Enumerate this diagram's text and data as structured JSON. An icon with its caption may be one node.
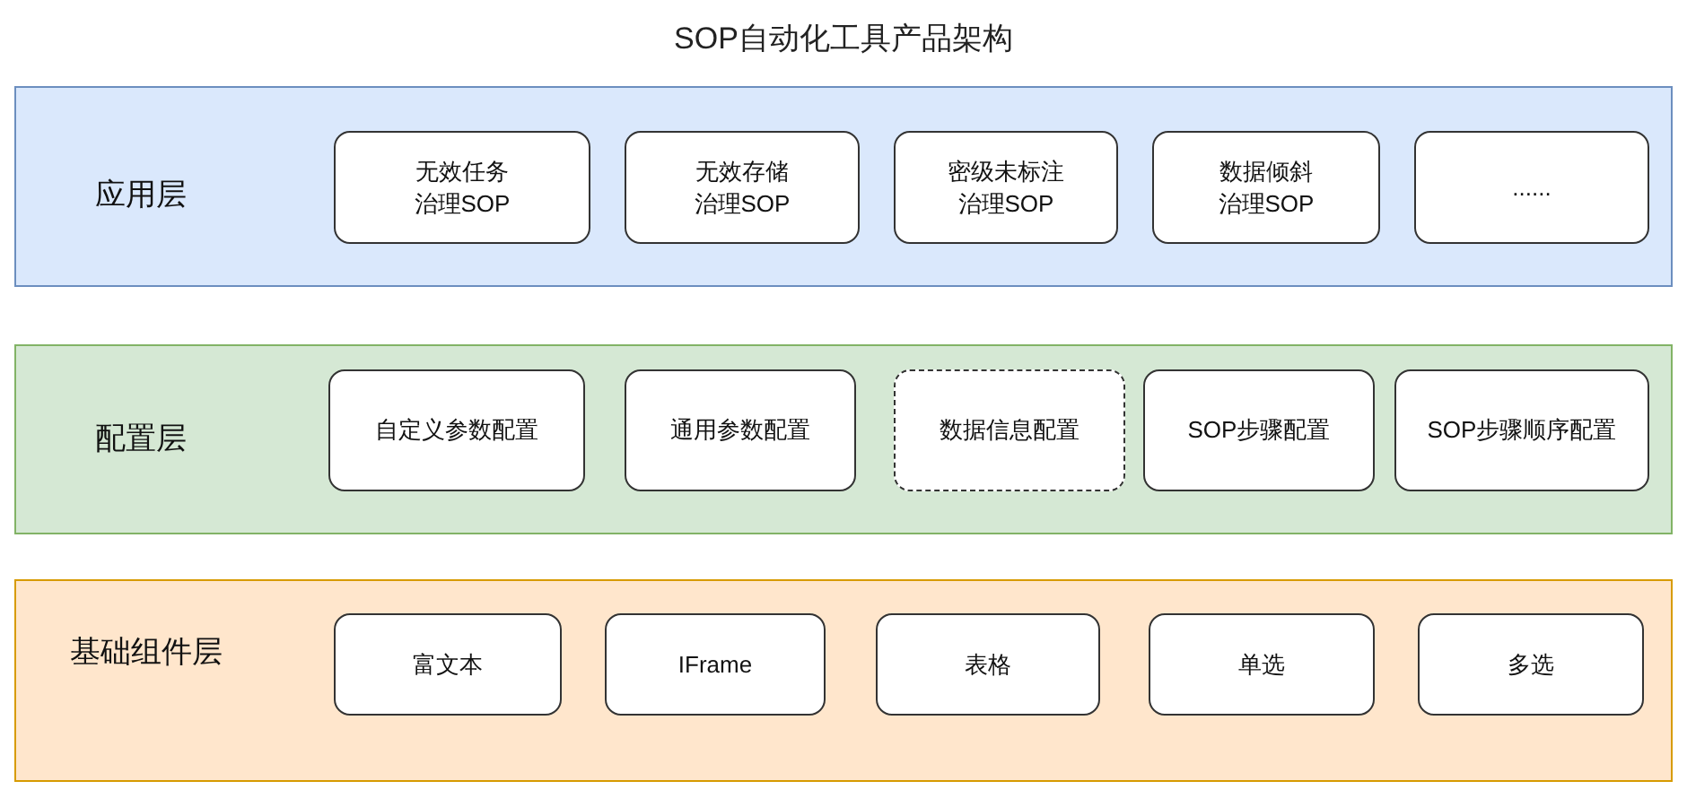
{
  "diagram": {
    "title": "SOP自动化工具产品架构",
    "nodes": [
      {
        "text": [
          "应用层"
        ]
      },
      {
        "text": [
          "无效任务治理SOP"
        ],
        "in": 0
      },
      {
        "text": [
          "无效存储治理SOP"
        ],
        "in": 0
      },
      {
        "text": [
          "密级未标注治理SOP"
        ],
        "in": 0
      },
      {
        "text": [
          "数据倾斜治理SOP"
        ],
        "in": 0
      },
      {
        "text": [
          "......"
        ],
        "in": 0
      },
      {
        "text": [
          "配置层"
        ]
      },
      {
        "text": [
          "自定义参数配置"
        ],
        "in": 6
      },
      {
        "text": [
          "通用参数配置"
        ],
        "in": 6
      },
      {
        "text": [
          "数据信息配置"
        ],
        "in": 6
      },
      {
        "text": [
          "SOP步骤配置"
        ],
        "in": 6
      },
      {
        "text": [
          "SOP步骤顺序配置"
        ],
        "in": 6
      },
      {
        "text": [
          "基础组件层"
        ]
      },
      {
        "text": [
          "富文本"
        ],
        "in": 12
      },
      {
        "text": [
          "IFrame"
        ],
        "in": 12
      },
      {
        "text": [
          "表格"
        ],
        "in": 12
      },
      {
        "text": [
          "单选"
        ],
        "in": 12
      },
      {
        "text": [
          "多选"
        ],
        "in": 12
      }
    ],
    "edges": []
  }
}
